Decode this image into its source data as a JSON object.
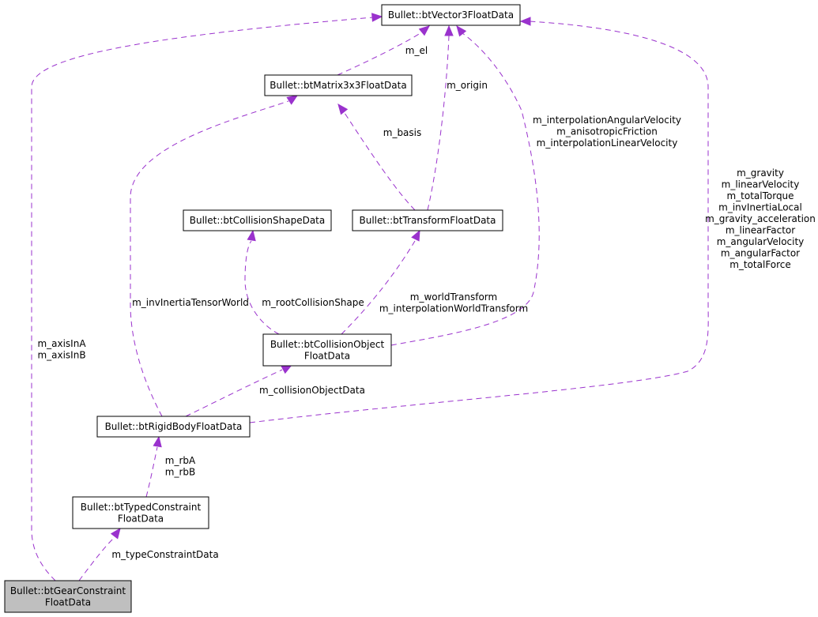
{
  "diagram": {
    "nodes": {
      "vector3": {
        "lines": [
          "Bullet::btVector3FloatData"
        ]
      },
      "matrix3x3": {
        "lines": [
          "Bullet::btMatrix3x3FloatData"
        ]
      },
      "collisionShape": {
        "lines": [
          "Bullet::btCollisionShapeData"
        ]
      },
      "transform": {
        "lines": [
          "Bullet::btTransformFloatData"
        ]
      },
      "collisionObject": {
        "lines": [
          "Bullet::btCollisionObject",
          "FloatData"
        ]
      },
      "rigidBody": {
        "lines": [
          "Bullet::btRigidBodyFloatData"
        ]
      },
      "typedConstraint": {
        "lines": [
          "Bullet::btTypedConstraint",
          "FloatData"
        ]
      },
      "gearConstraint": {
        "lines": [
          "Bullet::btGearConstraint",
          "FloatData"
        ]
      }
    },
    "edges": {
      "m_el": {
        "from": "matrix3x3",
        "to": "vector3",
        "label": [
          "m_el"
        ]
      },
      "m_origin": {
        "from": "transform",
        "to": "vector3",
        "label": [
          "m_origin"
        ]
      },
      "m_basis": {
        "from": "transform",
        "to": "matrix3x3",
        "label": [
          "m_basis"
        ]
      },
      "collisionObjVectors": {
        "from": "collisionObject",
        "to": "vector3",
        "label": [
          "m_interpolationAngularVelocity",
          "m_anisotropicFriction",
          "m_interpolationLinearVelocity"
        ]
      },
      "rigidBodyVectors": {
        "from": "rigidBody",
        "to": "vector3",
        "label": [
          "m_gravity",
          "m_linearVelocity",
          "m_totalTorque",
          "m_invInertiaLocal",
          "m_gravity_acceleration",
          "m_linearFactor",
          "m_angularVelocity",
          "m_angularFactor",
          "m_totalForce"
        ]
      },
      "m_invInertiaTensorWorld": {
        "from": "rigidBody",
        "to": "matrix3x3",
        "label": [
          "m_invInertiaTensorWorld"
        ]
      },
      "m_rootCollisionShape": {
        "from": "collisionObject",
        "to": "collisionShape",
        "label": [
          "m_rootCollisionShape"
        ]
      },
      "worldTransforms": {
        "from": "collisionObject",
        "to": "transform",
        "label": [
          "m_worldTransform",
          "m_interpolationWorldTransform"
        ]
      },
      "m_collisionObjectData": {
        "from": "rigidBody",
        "to": "collisionObject",
        "label": [
          "m_collisionObjectData"
        ]
      },
      "rigidBodies": {
        "from": "typedConstraint",
        "to": "rigidBody",
        "label": [
          "m_rbA",
          "m_rbB"
        ]
      },
      "m_typeConstraintData": {
        "from": "gearConstraint",
        "to": "typedConstraint",
        "label": [
          "m_typeConstraintData"
        ]
      },
      "axes": {
        "from": "gearConstraint",
        "to": "vector3",
        "label": [
          "m_axisInA",
          "m_axisInB"
        ]
      }
    },
    "colors": {
      "edge": "#9a32cd",
      "node_border": "#000000",
      "node_fill": "#ffffff",
      "highlight_fill": "#bfbfbf"
    }
  }
}
